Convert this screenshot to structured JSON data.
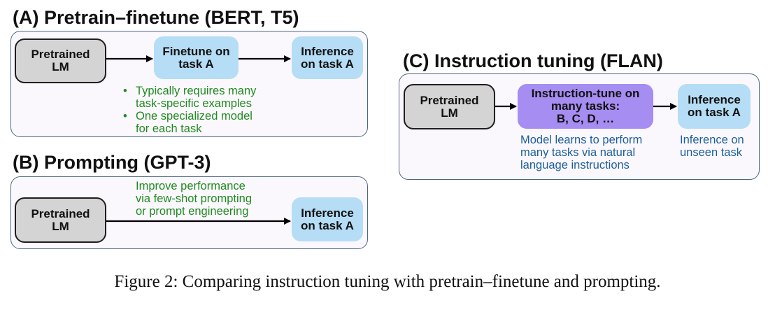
{
  "panel_a": {
    "title": "(A) Pretrain–finetune (BERT, T5)",
    "pretrained": "Pretrained\nLM",
    "finetune": "Finetune on\ntask A",
    "inference": "Inference\non task A",
    "bullet_glyph": "•",
    "bullets": [
      "Typically requires many\ntask-specific examples",
      "One specialized model\nfor each task"
    ]
  },
  "panel_b": {
    "title": "(B) Prompting (GPT-3)",
    "pretrained": "Pretrained\nLM",
    "inference": "Inference\non task A",
    "note": "Improve performance\nvia few-shot prompting\nor prompt engineering"
  },
  "panel_c": {
    "title": "(C) Instruction tuning (FLAN)",
    "pretrained": "Pretrained\nLM",
    "instruction": "Instruction-tune on\nmany tasks:\nB, C, D, …",
    "inference": "Inference\non task A",
    "note_instruction": "Model learns to perform\nmany tasks via natural\nlanguage instructions",
    "note_inference": "Inference on\nunseen task"
  },
  "caption": "Figure 2: Comparing instruction tuning with pretrain–finetune and prompting."
}
